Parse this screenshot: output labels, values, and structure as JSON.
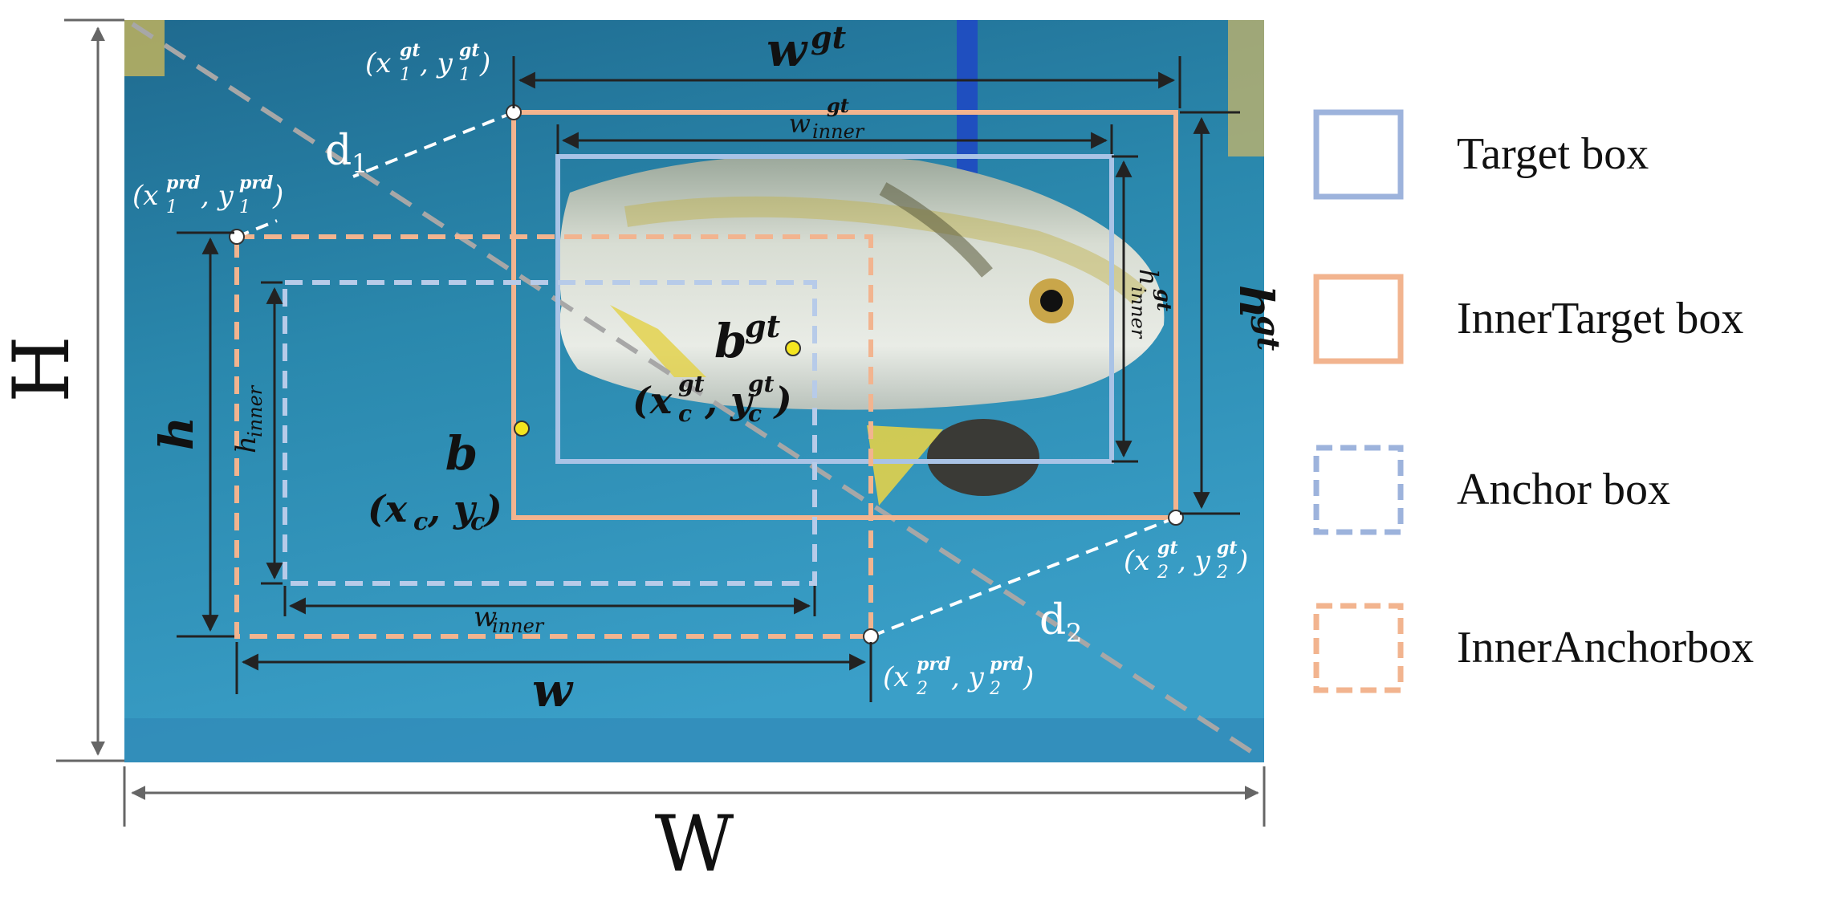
{
  "legend": {
    "items": [
      {
        "label": "Target box",
        "color": "#9db3dc",
        "style": "solid"
      },
      {
        "label": "InnerTarget box",
        "color": "#f2b48f",
        "style": "solid"
      },
      {
        "label": "Anchor box",
        "color": "#9db3dc",
        "style": "dashed"
      },
      {
        "label": "InnerAnchorbox",
        "color": "#f2b48f",
        "style": "dashed"
      }
    ]
  },
  "labels": {
    "W": "W",
    "H": "H",
    "w": "w",
    "h": "h",
    "w_gt": "gt",
    "h_gt": "gt",
    "d1": "d",
    "d1_sub": "1",
    "d2": "d",
    "d2_sub": "2",
    "w_inner_base": "w",
    "w_inner_sub": "inner",
    "h_inner_base": "h",
    "h_inner_sub": "inner",
    "w_inner_gt_base": "w",
    "w_inner_gt_sup": "gt",
    "w_inner_gt_sub": "inner",
    "h_inner_gt_base": "h",
    "h_inner_gt_sup": "gt",
    "h_inner_gt_sub": "inner",
    "b": "b",
    "b_center": "(x",
    "b_center_c": "c",
    "b_center_mid": ", y",
    "b_center_end": ")",
    "bgt": "b",
    "bgt_sup": "gt",
    "bgt_center_open": "(x",
    "bgt_center_mid": ", y",
    "bgt_center_end": ")",
    "x1gt": "(x",
    "y1gt": ", y",
    "x1prd": "(x",
    "y1prd": ", y",
    "x2gt": "(x",
    "y2gt": ", y",
    "x2prd": "(x",
    "y2prd": ", y",
    "sup_gt": "gt",
    "sup_prd": "prd",
    "sub_1": "1",
    "sub_2": "2",
    "sub_c": "c",
    "close": ")"
  }
}
